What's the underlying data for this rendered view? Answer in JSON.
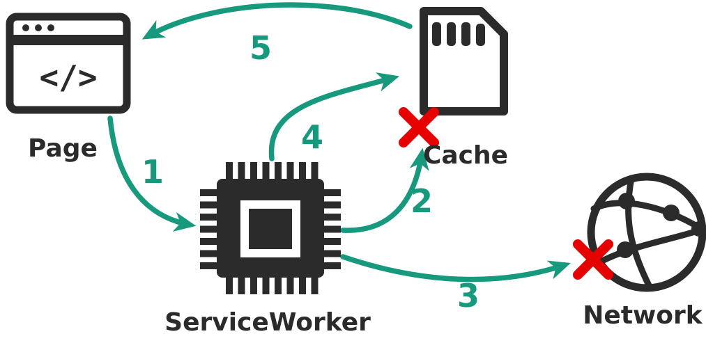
{
  "colors": {
    "icon": "#2b2b2b",
    "arrow": "#17997e",
    "error": "#e60000",
    "background": "#ffffff"
  },
  "nodes": {
    "page": {
      "label": "Page",
      "glyph": "</>"
    },
    "cache": {
      "label": "Cache"
    },
    "service_worker": {
      "label": "ServiceWorker"
    },
    "network": {
      "label": "Network"
    }
  },
  "steps": {
    "step1": "1",
    "step2": "2",
    "step3": "3",
    "step4": "4",
    "step5": "5"
  },
  "edges": [
    {
      "step": "1",
      "from": "page",
      "to": "service_worker",
      "failed": false
    },
    {
      "step": "2",
      "from": "service_worker",
      "to": "cache",
      "failed": true
    },
    {
      "step": "3",
      "from": "service_worker",
      "to": "network",
      "failed": true
    },
    {
      "step": "4",
      "from": "service_worker",
      "to": "cache",
      "failed": false
    },
    {
      "step": "5",
      "from": "cache",
      "to": "page",
      "failed": false
    }
  ]
}
